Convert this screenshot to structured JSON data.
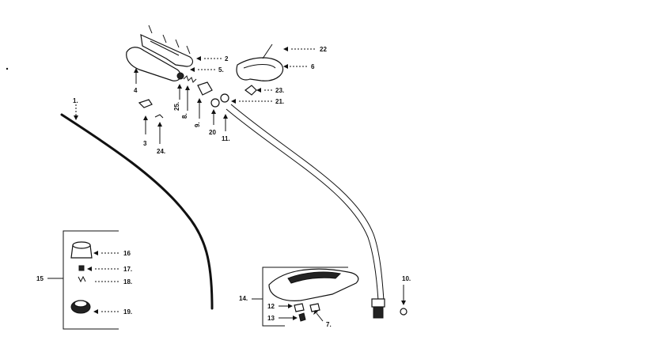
{
  "diagram": {
    "callouts": {
      "c1": "1.",
      "c2": "2",
      "c3": "3",
      "c4": "4",
      "c5": "5.",
      "c6": "6",
      "c7": "7.",
      "c8": "8.",
      "c9": "9.",
      "c10": "10.",
      "c11": "11.",
      "c12": "12",
      "c13": "13",
      "c14": "14.",
      "c15": "15",
      "c16": "16",
      "c17": "17.",
      "c18": "18.",
      "c19": "19.",
      "c20": "20",
      "c21": "21.",
      "c22": "22",
      "c23": "23.",
      "c24": "24.",
      "c25": "25."
    }
  }
}
